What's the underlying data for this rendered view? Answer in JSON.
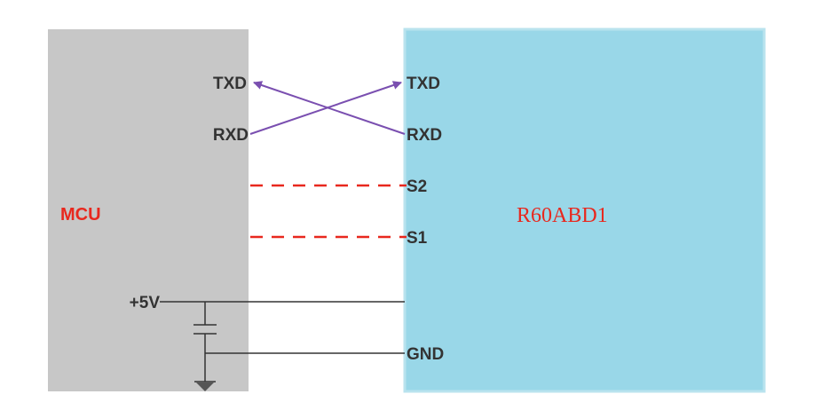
{
  "mcu": {
    "name": "MCU",
    "pins": {
      "txd": "TXD",
      "rxd": "RXD"
    },
    "power": "+5V",
    "fill_color": "#c7c7c7"
  },
  "module": {
    "name": "R60ABD1",
    "pins": {
      "txd": "TXD",
      "rxd": "RXD",
      "s2": "S2",
      "s1": "S1",
      "gnd": "GND"
    },
    "fill_color": "#99d7e8",
    "border_color": "#b9e3ee"
  },
  "colors": {
    "uart_lines": "#7a4fb0",
    "signal_dashed": "#e8281e",
    "power_lines": "#333333",
    "label_text": "#333333",
    "name_text": "#e8281e"
  }
}
